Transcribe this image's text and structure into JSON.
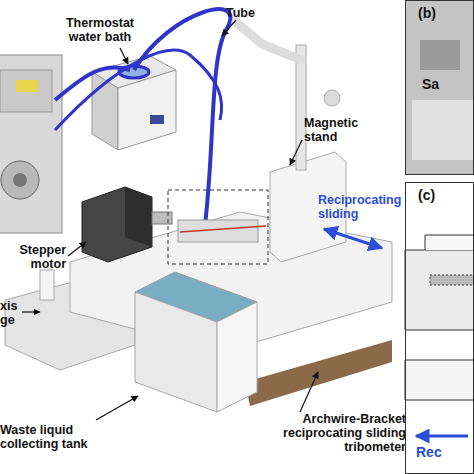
{
  "diagram": {
    "nodes": [
      {
        "text": [
          "(b)",
          "Sa"
        ]
      },
      {
        "text": [
          "(c)",
          "Rec"
        ]
      }
    ],
    "labels": [
      "Thermostat water bath",
      "Tube",
      "Magnetic stand",
      "Stepper motor",
      "Reciprocating sliding",
      "xis ge",
      "Waste liquid collecting tank",
      "Archwire-Bracket reciprocating sliding tribometer"
    ]
  }
}
